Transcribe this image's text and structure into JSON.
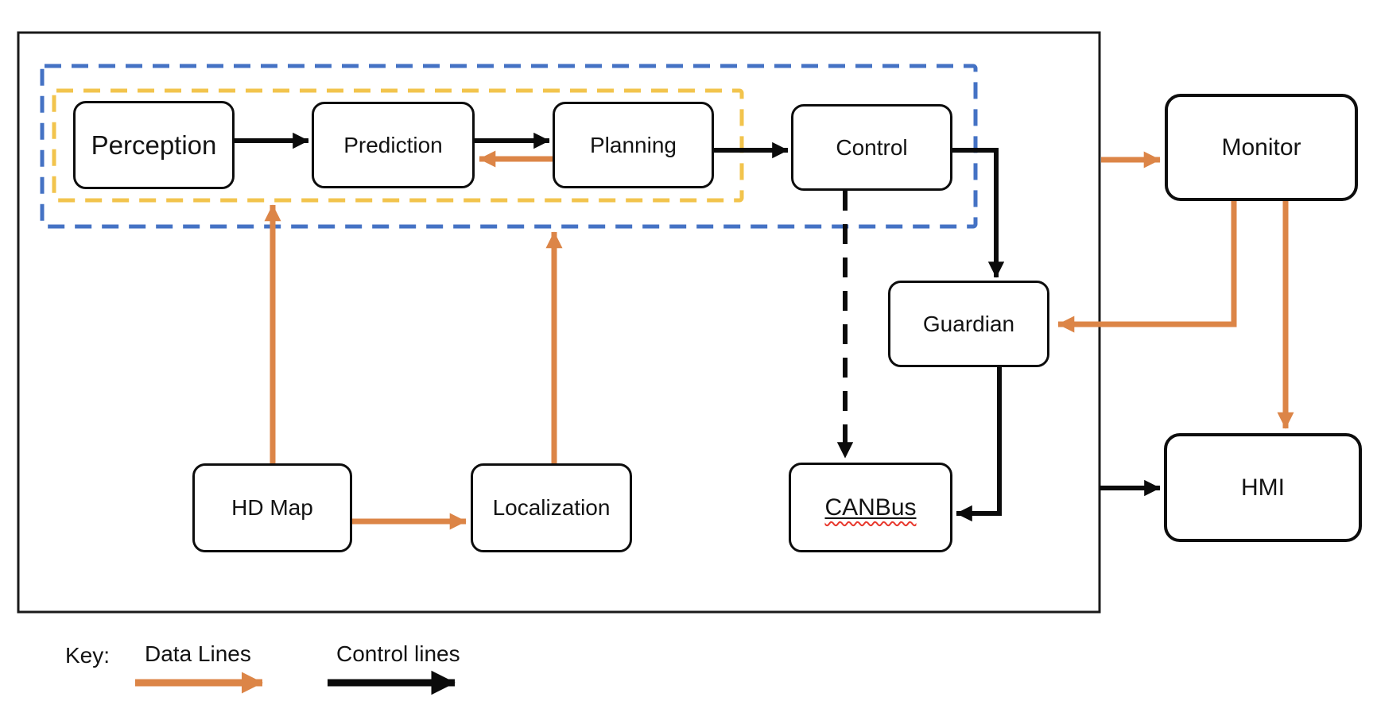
{
  "diagram": {
    "nodes": {
      "perception": {
        "label": "Perception"
      },
      "prediction": {
        "label": "Prediction"
      },
      "planning": {
        "label": "Planning"
      },
      "control": {
        "label": "Control"
      },
      "monitor": {
        "label": "Monitor"
      },
      "guardian": {
        "label": "Guardian"
      },
      "canbus": {
        "label": "CANBus"
      },
      "hdmap": {
        "label": "HD Map"
      },
      "localization": {
        "label": "Localization"
      },
      "hmi": {
        "label": "HMI"
      }
    },
    "key": {
      "label": "Key:",
      "data_lines_label": "Data Lines",
      "control_lines_label": "Control lines"
    },
    "colors": {
      "data_line": "#DC8547",
      "control_line": "#0b0b0b",
      "group_outer_blue": "#4472C4",
      "group_inner_yellow": "#F2C44D",
      "spellcheck_red": "#e8392e"
    },
    "edges": [
      {
        "from": "Perception",
        "to": "Prediction",
        "type": "control",
        "style": "solid"
      },
      {
        "from": "Prediction",
        "to": "Planning",
        "type": "control",
        "style": "solid"
      },
      {
        "from": "Planning",
        "to": "Prediction",
        "type": "data",
        "style": "solid"
      },
      {
        "from": "Planning",
        "to": "Control",
        "type": "control",
        "style": "solid"
      },
      {
        "from": "Control",
        "to": "Guardian",
        "type": "control",
        "style": "solid"
      },
      {
        "from": "Control",
        "to": "CANBus",
        "type": "control",
        "style": "dashed"
      },
      {
        "from": "Guardian",
        "to": "CANBus",
        "type": "control",
        "style": "solid"
      },
      {
        "from": "HD Map",
        "to": "pipeline group",
        "type": "data",
        "style": "solid"
      },
      {
        "from": "HD Map",
        "to": "Localization",
        "type": "data",
        "style": "solid"
      },
      {
        "from": "Localization",
        "to": "pipeline group",
        "type": "data",
        "style": "solid"
      },
      {
        "from": "system boundary",
        "to": "Monitor",
        "type": "data",
        "style": "solid"
      },
      {
        "from": "Monitor",
        "to": "Guardian",
        "type": "data",
        "style": "solid"
      },
      {
        "from": "Monitor",
        "to": "HMI",
        "type": "data",
        "style": "solid"
      },
      {
        "from": "system boundary",
        "to": "HMI",
        "type": "control",
        "style": "solid"
      }
    ]
  }
}
